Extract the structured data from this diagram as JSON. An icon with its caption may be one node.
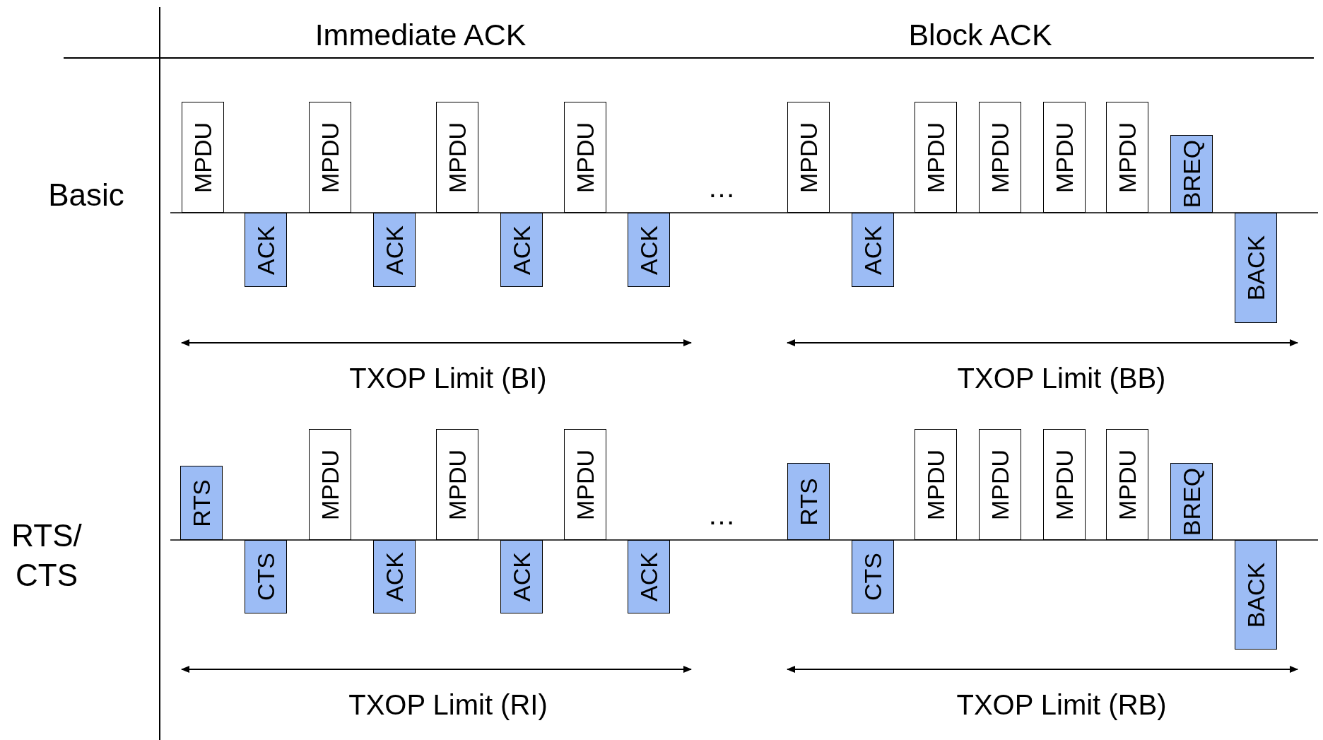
{
  "diagram": {
    "nodes": [
      {
        "text": [
          "MPDU"
        ]
      },
      {
        "text": [
          "ACK"
        ]
      },
      {
        "text": [
          "MPDU"
        ]
      },
      {
        "text": [
          "ACK"
        ]
      },
      {
        "text": [
          "MPDU"
        ]
      },
      {
        "text": [
          "ACK"
        ]
      },
      {
        "text": [
          "MPDU"
        ]
      },
      {
        "text": [
          "ACK"
        ]
      },
      {
        "text": [
          "MPDU"
        ]
      },
      {
        "text": [
          "ACK"
        ]
      },
      {
        "text": [
          "MPDU"
        ]
      },
      {
        "text": [
          "MPDU"
        ]
      },
      {
        "text": [
          "MPDU"
        ]
      },
      {
        "text": [
          "MPDU"
        ]
      },
      {
        "text": [
          "BREQ"
        ]
      },
      {
        "text": [
          "BACK"
        ]
      },
      {
        "text": [
          "RTS"
        ]
      },
      {
        "text": [
          "CTS"
        ]
      },
      {
        "text": [
          "MPDU"
        ]
      },
      {
        "text": [
          "ACK"
        ]
      },
      {
        "text": [
          "MPDU"
        ]
      },
      {
        "text": [
          "ACK"
        ]
      },
      {
        "text": [
          "MPDU"
        ]
      },
      {
        "text": [
          "ACK"
        ]
      },
      {
        "text": [
          "RTS"
        ]
      },
      {
        "text": [
          "CTS"
        ]
      },
      {
        "text": [
          "MPDU"
        ]
      },
      {
        "text": [
          "MPDU"
        ]
      },
      {
        "text": [
          "MPDU"
        ]
      },
      {
        "text": [
          "MPDU"
        ]
      },
      {
        "text": [
          "BREQ"
        ]
      },
      {
        "text": [
          "BACK"
        ]
      }
    ],
    "labels": [
      "Immediate ACK",
      "Block ACK",
      "Basic",
      "…",
      "TXOP Limit (BI)",
      "TXOP Limit (BB)",
      "RTS/ CTS",
      "…",
      "TXOP Limit (RI)",
      "TXOP Limit (RB)"
    ]
  }
}
